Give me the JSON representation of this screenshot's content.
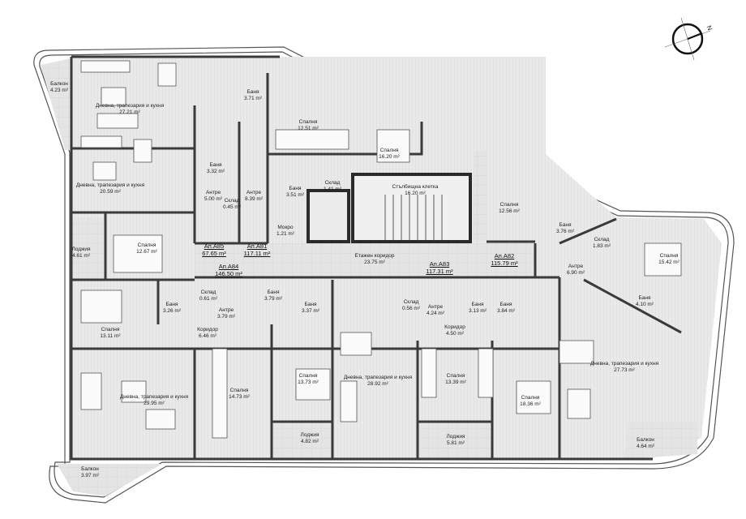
{
  "compass": {
    "north_label": "N"
  },
  "colors": {
    "wall": "#3a3a3a",
    "floor": "#e6e6e6",
    "outline": "#555555"
  },
  "rooms": [
    {
      "name": "Балкон",
      "area": "4.23 m²"
    },
    {
      "name": "Дневна, трапезария и кухня",
      "area": "27.21 m²"
    },
    {
      "name": "Баня",
      "area": "3.71 m²"
    },
    {
      "name": "Спалня",
      "area": "12.51 m²"
    },
    {
      "name": "Спалня",
      "area": "16.20 m²"
    },
    {
      "name": "Дневна, трапезария и кухня",
      "area": "20.59 m²"
    },
    {
      "name": "Баня",
      "area": "3.32 m²"
    },
    {
      "name": "Антре",
      "area": "5.00 m²"
    },
    {
      "name": "Склад",
      "area": "0.45 m²"
    },
    {
      "name": "Антре",
      "area": "8.39 m²"
    },
    {
      "name": "Баня",
      "area": "3.51 m²"
    },
    {
      "name": "Склад",
      "area": "1.41 m²"
    },
    {
      "name": "Стълбищна клетка",
      "area": "16.20 m²"
    },
    {
      "name": "Мокро",
      "area": "1.21 m²"
    },
    {
      "name": "Спалня",
      "area": "12.56 m²"
    },
    {
      "name": "Баня",
      "area": "3.76 m²"
    },
    {
      "name": "Склад",
      "area": "1.83 m²"
    },
    {
      "name": "Спалня",
      "area": "15.42 m²"
    },
    {
      "name": "Лоджия",
      "area": "4.61 m²"
    },
    {
      "name": "Спалня",
      "area": "12.67 m²"
    },
    {
      "name": "Етажен коридор",
      "area": "23.75 m²"
    },
    {
      "name": "Антре",
      "area": "6.90 m²"
    },
    {
      "name": "Баня",
      "area": "3.26 m²"
    },
    {
      "name": "Склад",
      "area": "0.61 m²"
    },
    {
      "name": "Антре",
      "area": "3.79 m²"
    },
    {
      "name": "Баня",
      "area": "3.79 m²"
    },
    {
      "name": "Баня",
      "area": "3.37 m²"
    },
    {
      "name": "Коридор",
      "area": "6.46 m²"
    },
    {
      "name": "Спалня",
      "area": "13.11 m²"
    },
    {
      "name": "Склад",
      "area": "0.56 m²"
    },
    {
      "name": "Антре",
      "area": "4.24 m²"
    },
    {
      "name": "Баня",
      "area": "3.13 m²"
    },
    {
      "name": "Баня",
      "area": "3.84 m²"
    },
    {
      "name": "Коридор",
      "area": "4.50 m²"
    },
    {
      "name": "Баня",
      "area": "4.10 m²"
    },
    {
      "name": "Дневна, трапезария и кухня",
      "area": "27.73 m²"
    },
    {
      "name": "Дневна, трапезария и кухня",
      "area": "29.95 m²"
    },
    {
      "name": "Спалня",
      "area": "14.73 m²"
    },
    {
      "name": "Спалня",
      "area": "13.73 m²"
    },
    {
      "name": "Дневна, трапезария и кухня",
      "area": "28.92 m²"
    },
    {
      "name": "Спалня",
      "area": "13.39 m²"
    },
    {
      "name": "Спалня",
      "area": "18.36 m²"
    },
    {
      "name": "Лоджия",
      "area": "4.82 m²"
    },
    {
      "name": "Лоджия",
      "area": "5.81 m²"
    },
    {
      "name": "Балкон",
      "area": "4.64 m²"
    },
    {
      "name": "Балкон",
      "area": "3.97 m²"
    }
  ],
  "apartments": [
    {
      "name": "Ап.А85",
      "area": "67.65 m²"
    },
    {
      "name": "Ап.А81",
      "area": "117.11 m²"
    },
    {
      "name": "Ап.А84",
      "area": "146.50 m²"
    },
    {
      "name": "Ап.А83",
      "area": "117.31 m²"
    },
    {
      "name": "Ап.А82",
      "area": "115.79 m²"
    }
  ]
}
